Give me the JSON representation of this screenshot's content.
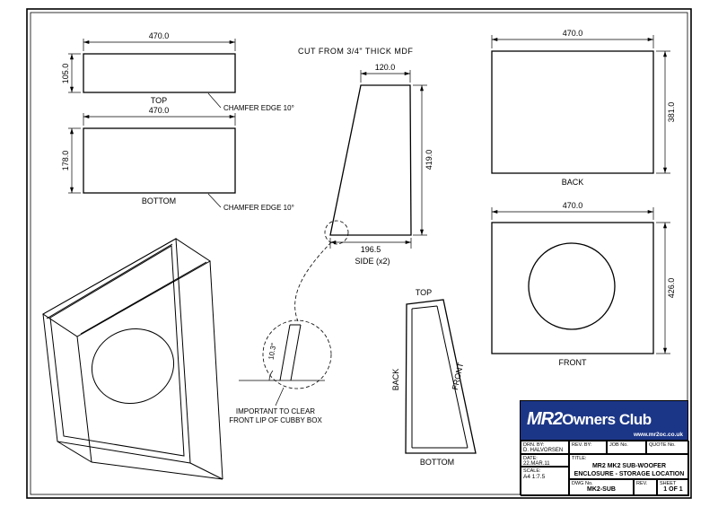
{
  "colors": {
    "logo_bg": "#1c3687",
    "line": "#000000",
    "paper": "#ffffff"
  },
  "note_material": "CUT FROM 3/4\" THICK MDF",
  "panels": {
    "top": {
      "label": "TOP",
      "width": "470.0",
      "height": "105.0",
      "callout": "CHAMFER EDGE 10°"
    },
    "bottom": {
      "label": "BOTTOM",
      "width": "470.0",
      "height": "178.0",
      "callout": "CHAMFER EDGE 10°"
    },
    "side": {
      "label": "SIDE (x2)",
      "top_width": "120.0",
      "height": "419.0",
      "bottom_width": "196.5"
    },
    "back": {
      "label": "BACK",
      "width": "470.0",
      "height": "381.0"
    },
    "front": {
      "label": "FRONT",
      "width": "470.0",
      "height": "426.0"
    }
  },
  "detail": {
    "angle": "10.3°",
    "note_line1": "IMPORTANT TO CLEAR",
    "note_line2": "FRONT LIP OF CUBBY BOX"
  },
  "profile": {
    "top_label": "TOP",
    "back_label": "BACK",
    "front_label": "FRONT",
    "bottom_label": "BOTTOM"
  },
  "title_block": {
    "logo_mr2": "MR2",
    "logo_club": "Owners Club",
    "logo_url": "www.mr2oc.co.uk",
    "drn_by_label": "DRN. BY:",
    "drn_by": "D. HALVORSEN",
    "rev_by_label": "REV. BY:",
    "job_no_label": "JOB No.",
    "quote_no_label": "QUOTE No.",
    "date_label": "DATE:",
    "date": "22.MAR.11",
    "title_label": "TITLE:",
    "title_line1": "MR2 MK2 SUB-WOOFER",
    "title_line2": "ENCLOSURE - STORAGE LOCATION",
    "scale_label": "SCALE:",
    "scale": "A4   1:7.5",
    "dwg_no_label": "DWG No.",
    "dwg_no": "MK2-SUB",
    "rev_label": "REV.",
    "sheet_label": "SHEET",
    "sheet": "1 OF 1"
  }
}
